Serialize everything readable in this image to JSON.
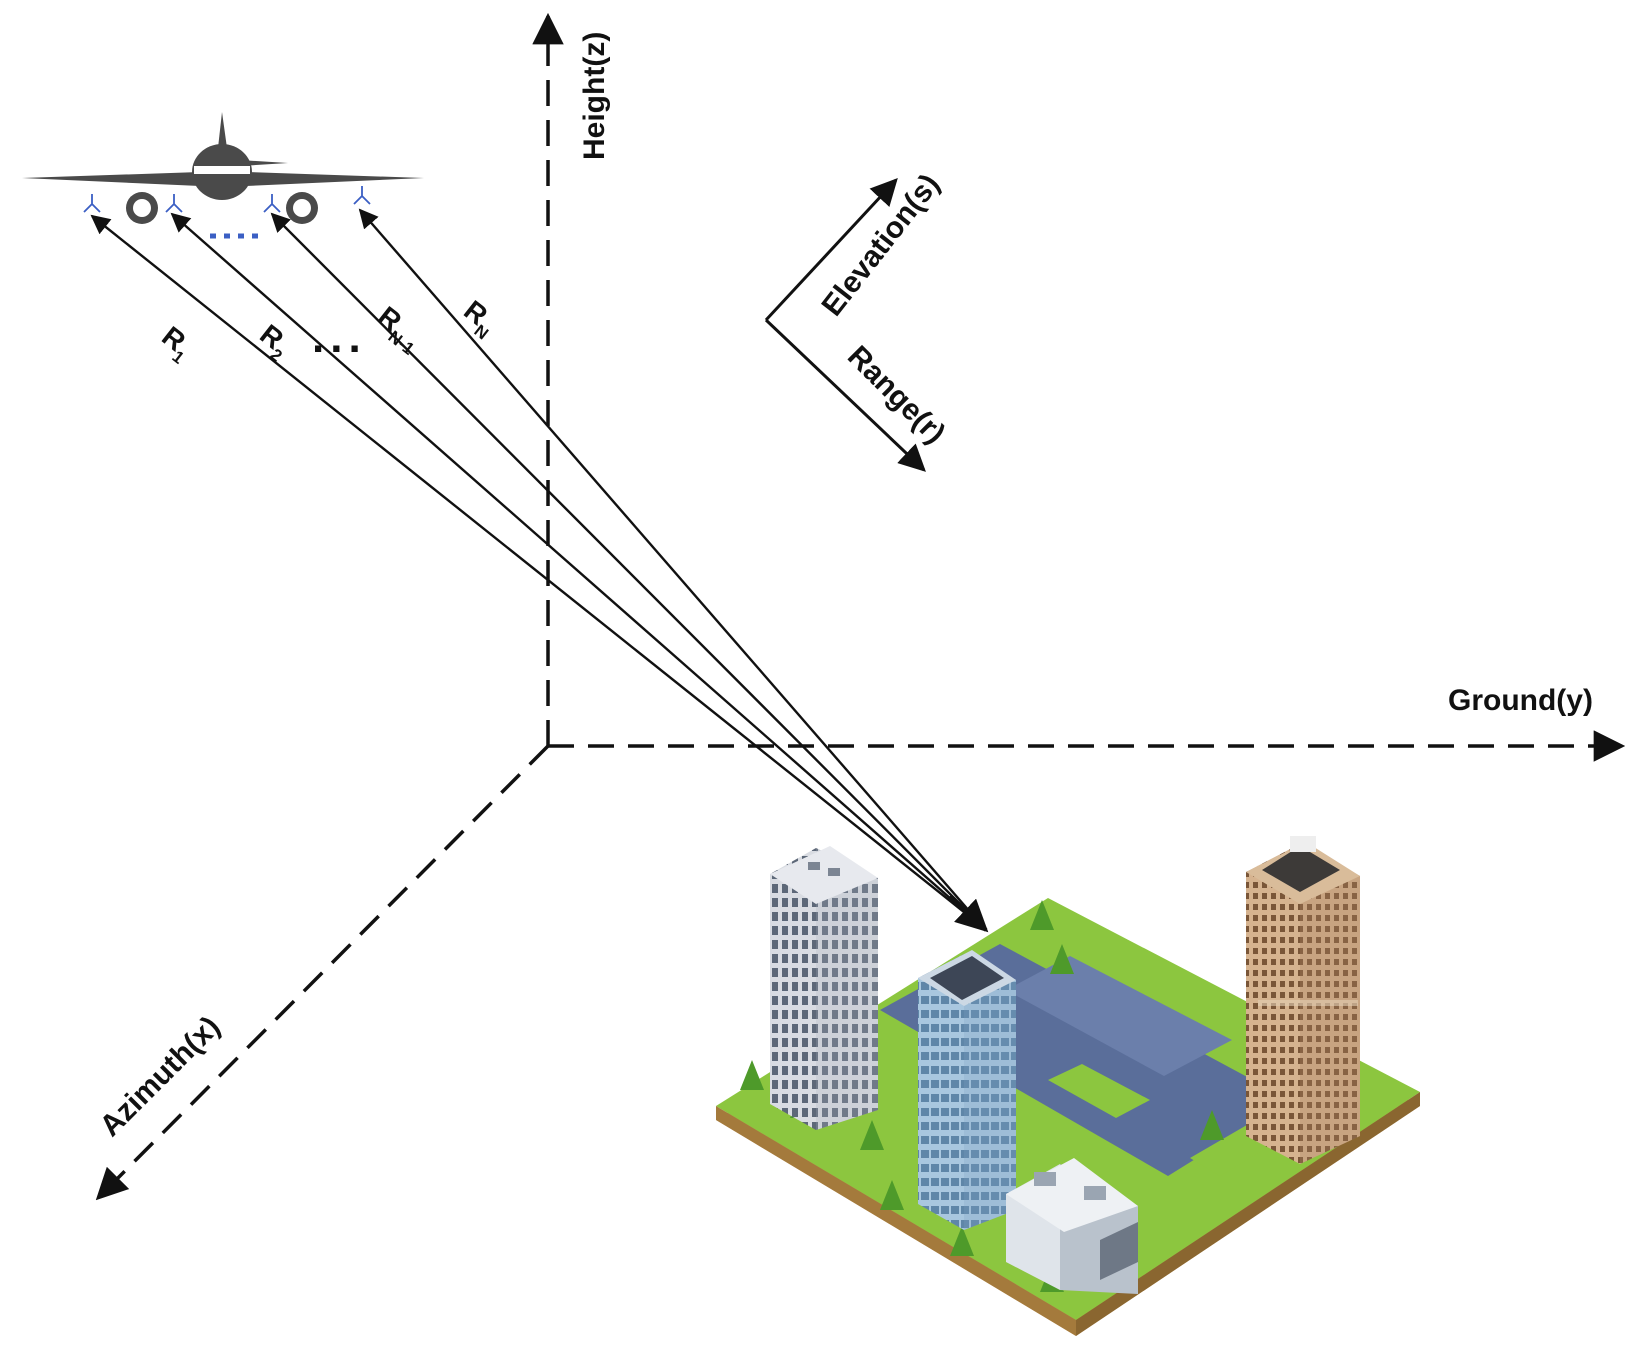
{
  "axes": {
    "height": "Height(z)",
    "ground": "Ground(y)",
    "azimuth": "Azimuth(x)",
    "elevation": "Elevation(s)",
    "range": "Range(r)"
  },
  "ranges": [
    {
      "main": "R",
      "sub": "1"
    },
    {
      "main": "R",
      "sub": "2"
    },
    {
      "main": "R",
      "sub": "N-1"
    },
    {
      "main": "R",
      "sub": "N"
    }
  ],
  "ellipsis": "...",
  "colors": {
    "line": "#111111",
    "aircraft": "#4a4a4a",
    "antenna": "#3b5fc4",
    "grass": "#8cc63f",
    "road": "#5a6e9a",
    "tower_blue": "#8fb3d1",
    "tower_white": "#c8ccd4",
    "tower_tan": "#c9a27e"
  },
  "icons": [
    "aircraft-icon",
    "city-block-icon"
  ]
}
